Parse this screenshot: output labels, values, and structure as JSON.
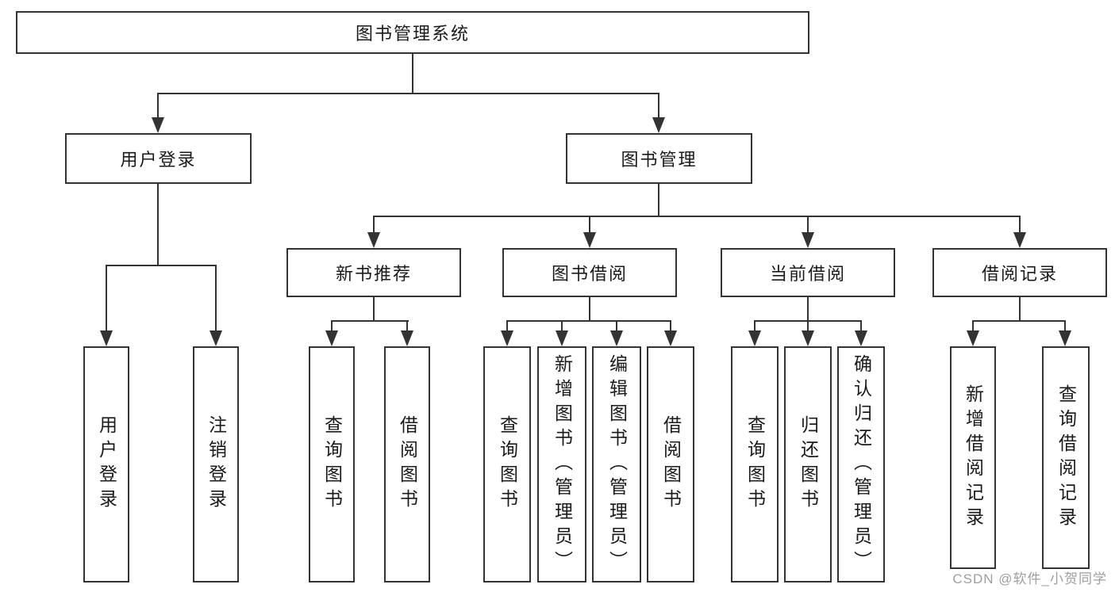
{
  "diagram": {
    "root": {
      "label": "图书管理系统"
    },
    "level2": [
      {
        "label": "用户登录"
      },
      {
        "label": "图书管理"
      }
    ],
    "level3": [
      {
        "label": "新书推荐"
      },
      {
        "label": "图书借阅"
      },
      {
        "label": "当前借阅"
      },
      {
        "label": "借阅记录"
      }
    ],
    "leaves": {
      "user_login": [
        "用户登录",
        "注销登录"
      ],
      "new_books": [
        "查询图书",
        "借阅图书"
      ],
      "book_borrow": [
        "查询图书",
        "新增图书（管理员）",
        "编辑图书（管理员）",
        "借阅图书"
      ],
      "current_borrow": [
        "查询图书",
        "归还图书",
        "确认归还（管理员）"
      ],
      "borrow_records": [
        "新增借阅记录",
        "查询借阅记录"
      ]
    },
    "colors": {
      "line": "#333333",
      "text": "#1a1a1a",
      "background": "#ffffff",
      "watermark": "#9e9e9e"
    },
    "watermark": "CSDN @软件_小贺同学"
  }
}
